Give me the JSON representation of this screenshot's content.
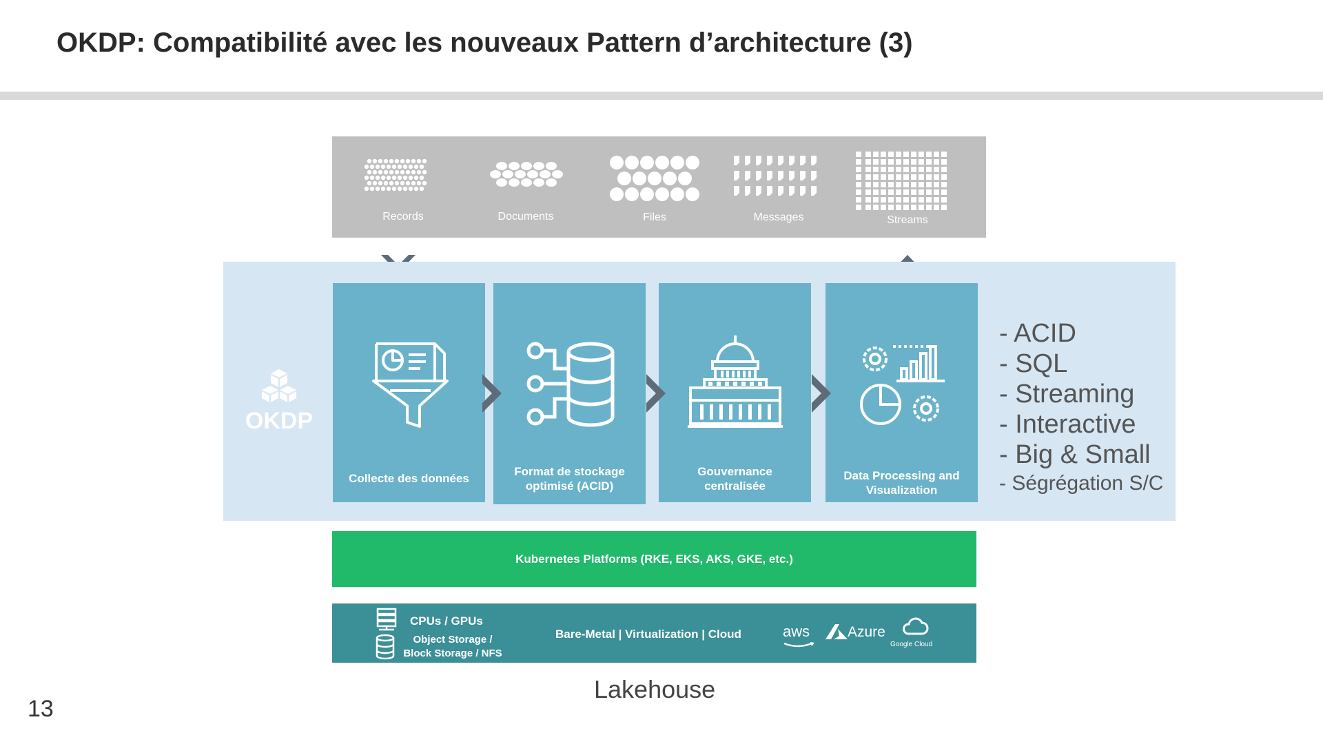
{
  "title": "OKDP: Compatibilité avec les nouveaux Pattern d’architecture (3)",
  "sources": [
    {
      "label": "Records",
      "icon": "records-icon"
    },
    {
      "label": "Documents",
      "icon": "documents-icon"
    },
    {
      "label": "Files",
      "icon": "files-icon"
    },
    {
      "label": "Messages",
      "icon": "messages-icon"
    },
    {
      "label": "Streams",
      "icon": "streams-icon"
    }
  ],
  "logo": {
    "text": "OKDP"
  },
  "cards": [
    {
      "line1": "Collecte des données",
      "line2": "",
      "icon": "funnel-icon"
    },
    {
      "line1": "Format de stockage",
      "line2": "optimisé (ACID)",
      "icon": "database-icon"
    },
    {
      "line1": "Gouvernance",
      "line2": "centralisée",
      "icon": "capitol-icon"
    },
    {
      "line1": "Data Processing and",
      "line2": "Visualization",
      "icon": "analytics-icon"
    }
  ],
  "features": [
    "- ACID",
    "- SQL",
    "- Streaming",
    "- Interactive",
    "- Big & Small",
    "- Ségrégation S/C"
  ],
  "kubernetes": "Kubernetes Platforms (RKE, EKS, AKS, GKE, etc.)",
  "infra": {
    "cpu": "CPUs / GPUs",
    "storage1": "Object Storage /",
    "storage2": "Block Storage / NFS",
    "modes": "Bare-Metal | Virtualization | Cloud",
    "aws": "aws",
    "azure": "Azure",
    "gcloud": "Google Cloud"
  },
  "footer": "Lakehouse",
  "page_number": "13",
  "colors": {
    "band": "#bfbfbf",
    "panel": "#d6e6f3",
    "card": "#6ab2c9",
    "kubernetes": "#21b96a",
    "infra": "#3b8f97",
    "chevron": "#5f6b78"
  }
}
